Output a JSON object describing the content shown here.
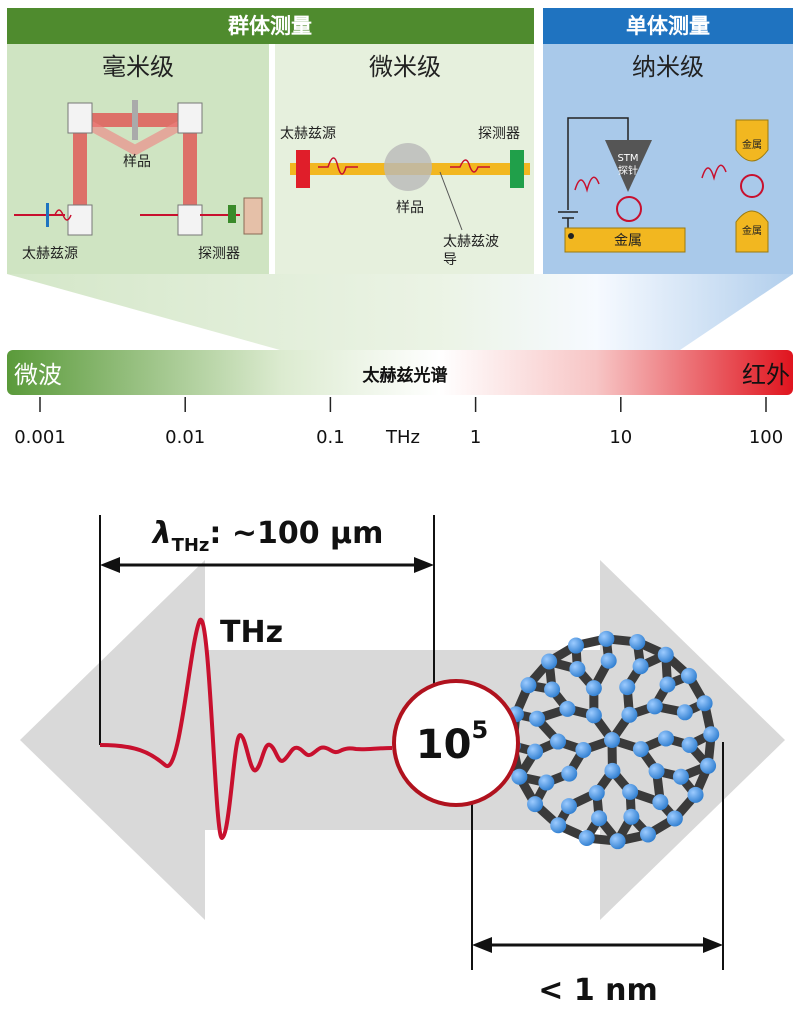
{
  "group_measurement": {
    "header": "群体测量",
    "millimeter": {
      "title": "毫米级",
      "sample": "样品",
      "source": "太赫兹源",
      "detector": "探测器"
    },
    "micrometer": {
      "title": "微米级",
      "source": "太赫兹源",
      "detector": "探测器",
      "sample": "样品",
      "waveguide_line1": "太赫兹波",
      "waveguide_line2": "导"
    }
  },
  "single_measurement": {
    "header": "单体测量",
    "nanometer": {
      "title": "纳米级",
      "stm_line1": "STM",
      "stm_line2": "探针",
      "metal_bottom": "金属",
      "metal_top": "金属",
      "metal_lower": "金属"
    }
  },
  "spectrum": {
    "title": "太赫兹光谱",
    "left_label": "微波",
    "right_label": "红外",
    "unit": "THz",
    "ticks": [
      "0.001",
      "0.01",
      "0.1",
      "1",
      "10",
      "100"
    ]
  },
  "illustration": {
    "wavelength_symbol": "λ",
    "wavelength_subscript": "THz",
    "wavelength_value": ": ~100 μm",
    "thz_label": "THz",
    "ratio_base": "10",
    "ratio_exponent": "5",
    "molecule_size": "< 1 nm"
  },
  "colors": {
    "group_header": "#4f8b2e",
    "single_header": "#1f73c0",
    "pulse": "#c8102e",
    "molecule_atom": "#3f8fdc",
    "molecule_bond": "#3a3a3a"
  }
}
